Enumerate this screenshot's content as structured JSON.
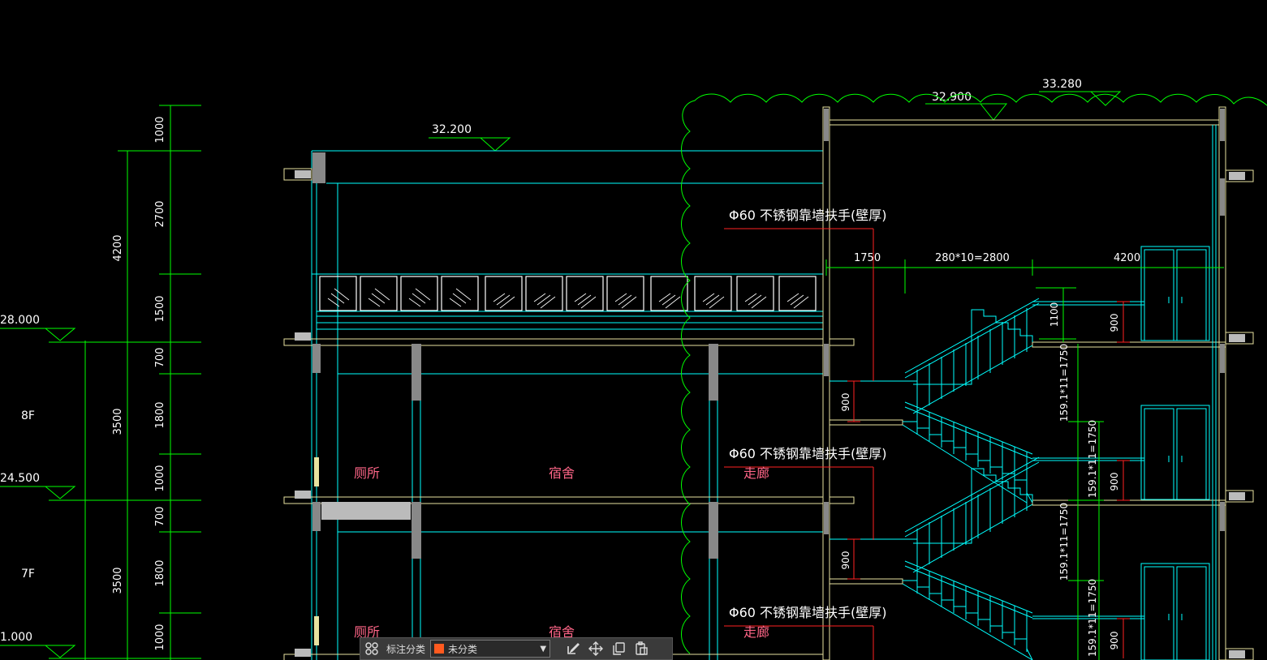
{
  "colors": {
    "background": "#000000",
    "dimension": "#00ff00",
    "outline": "#00ffff",
    "slab": "#e8e2a0",
    "text": "#ffffff",
    "room_label": "#ff6688",
    "leader": "#ff2222",
    "cloud": "#00ff00",
    "swatch": "#ff5a1f"
  },
  "elevations": {
    "e28": "28.000",
    "e24": "24.500",
    "e21": "1.000",
    "e32_2": "32.200",
    "e32_9": "32.900",
    "e33_2": "33.280"
  },
  "floors": {
    "f8": "8F",
    "f7": "7F"
  },
  "dims_outer": {
    "d4200": "4200",
    "d3500a": "3500",
    "d3500b": "3500"
  },
  "dims_inner": {
    "d1000a": "1000",
    "d2700": "2700",
    "d1500": "1500",
    "d700a": "700",
    "d1800a": "1800",
    "d1000b": "1000",
    "d700b": "700",
    "d1800b": "1800",
    "d1000c": "1000"
  },
  "stair_dims": {
    "top_left": "1750",
    "top_mid": "280*10=2800",
    "top_right": "4200",
    "rail_h": "1100",
    "r1": "159.1*11=1750",
    "r2": "159.1*11=1750",
    "r3": "159.1*11=1750",
    "r4": "159.1*11=1750",
    "h900_a": "900",
    "h900_b": "900",
    "h900_c": "900",
    "h900_d": "900",
    "h900_e": "900"
  },
  "annotations": {
    "handrail_1": "Φ60 不锈钢靠墙扶手(壁厚)",
    "handrail_2": "Φ60 不锈钢靠墙扶手(壁厚)",
    "handrail_3": "Φ60 不锈钢靠墙扶手(壁厚)"
  },
  "rooms": {
    "toilet_1": "厕所",
    "dorm_1": "宿舍",
    "corridor_1": "走廊",
    "toilet_2": "厕所",
    "dorm_2": "宿舍",
    "corridor_2": "走廊"
  },
  "toolbar": {
    "label": "标注分类",
    "select_value": "未分类",
    "icons": [
      "grid-icon",
      "edit-icon",
      "move-icon",
      "copy-icon",
      "paste-icon"
    ]
  }
}
